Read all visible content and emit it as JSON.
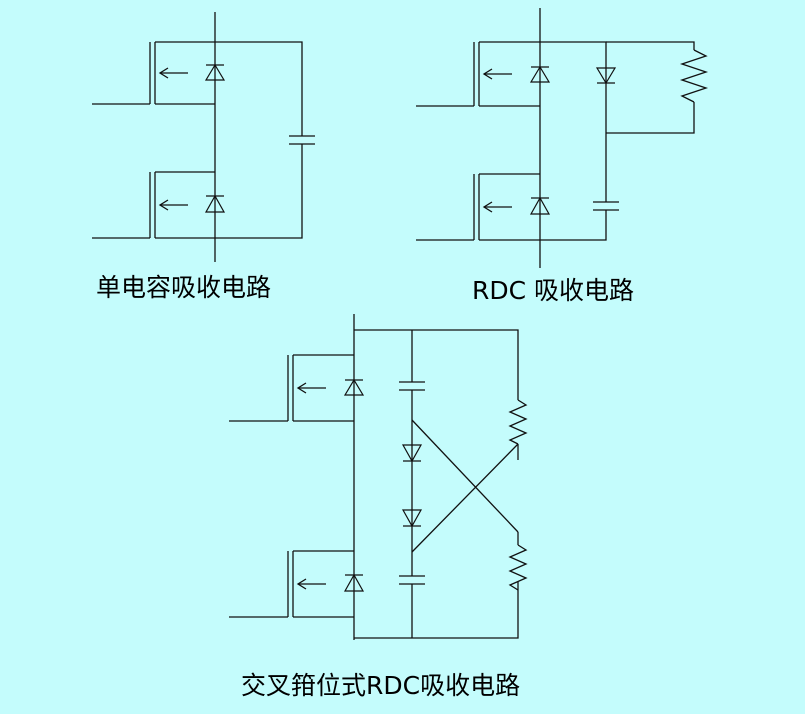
{
  "diagrams": [
    {
      "caption": "单电容吸收电路"
    },
    {
      "caption": "RDC 吸收电路"
    },
    {
      "caption": "交叉箝位式RDC吸收电路"
    }
  ],
  "colors": {
    "background": "#c4fcfc",
    "stroke": "#111111"
  }
}
